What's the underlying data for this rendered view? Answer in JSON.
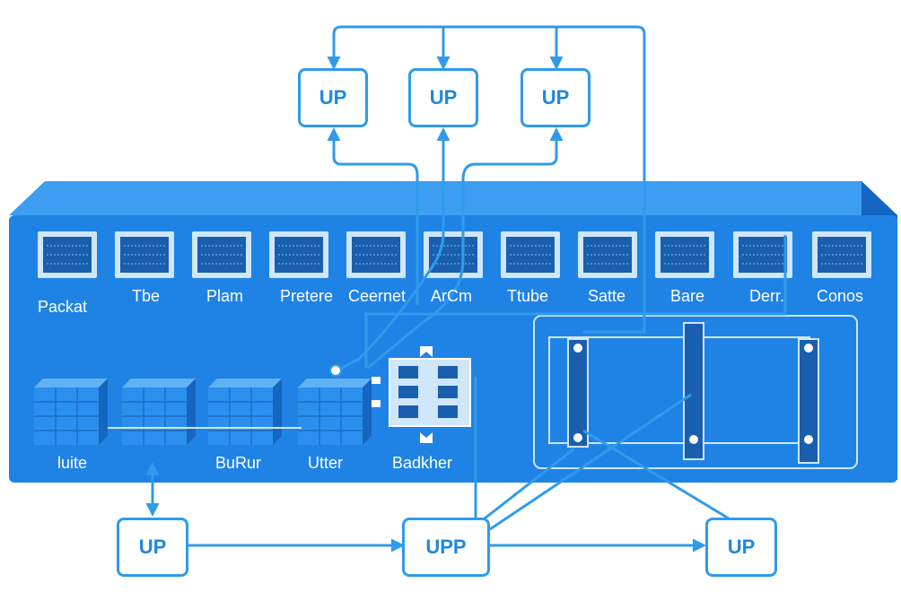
{
  "colors": {
    "chassis": "#1f83e6",
    "chassis_top": "#3d9df0",
    "chassis_side": "#1466c2",
    "line": "#2f9bea",
    "port_frame": "#cfe6fb",
    "port_inner": "#1a5fae"
  },
  "top_nodes": [
    "UP",
    "UP",
    "UP"
  ],
  "bottom_nodes": [
    "UP",
    "UPP",
    "UP"
  ],
  "ports": [
    "Packat",
    "Tbe",
    "Plam",
    "Pretere",
    "Ceernet",
    "ArCm",
    "Ttube",
    "Satte",
    "Bare",
    "Derr.",
    "Conos"
  ],
  "modules": [
    "luite",
    "",
    "BuRur",
    "Utter"
  ],
  "switch_label": "Badkher"
}
